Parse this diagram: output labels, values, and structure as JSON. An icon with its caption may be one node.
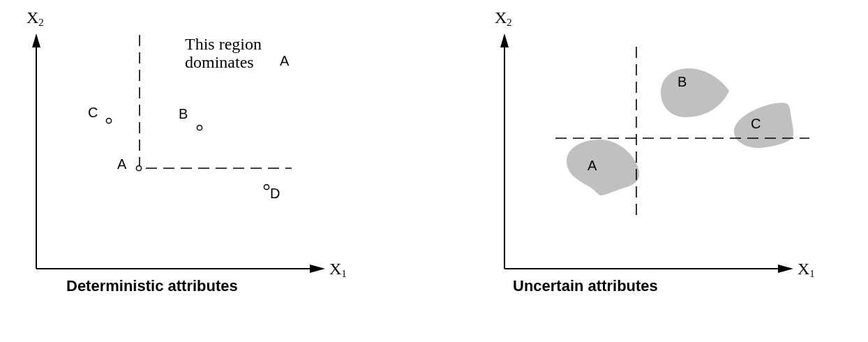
{
  "diagram": {
    "nodes": [
      {
        "text": [
          "A"
        ]
      },
      {
        "text": [
          "B"
        ]
      },
      {
        "text": [
          "C"
        ]
      }
    ],
    "labels": [
      "X$_{2}$",
      "This region dominates",
      "A",
      "C",
      "B",
      "A",
      "D",
      "X$_{1}$",
      "Deterministic attributes",
      "X$_{2}$",
      "X$_{1}$",
      "Uncertain attributes"
    ]
  }
}
